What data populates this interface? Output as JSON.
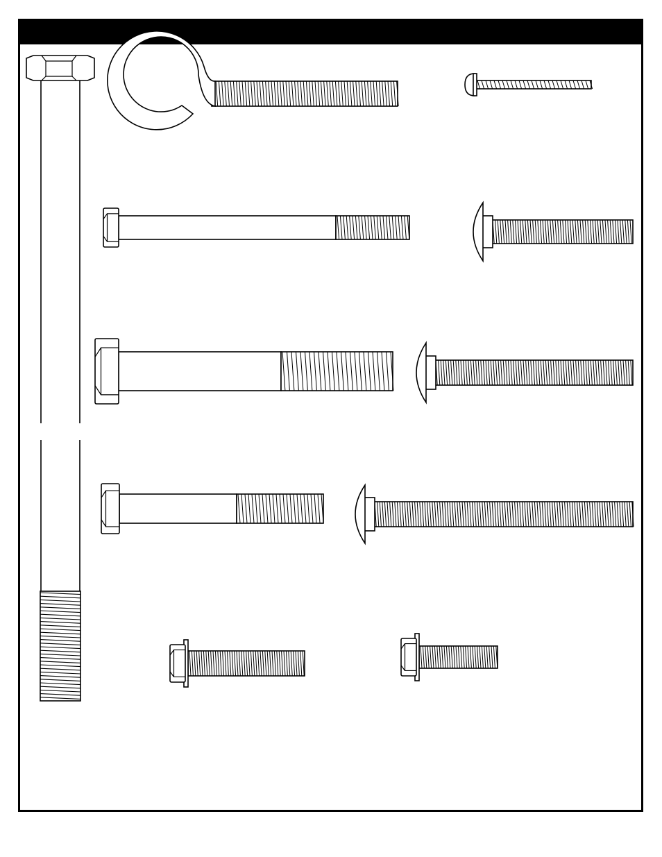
{
  "sheet": {
    "header_text": ""
  },
  "hardware": [
    {
      "kind": "long-hex-bolt"
    },
    {
      "kind": "eye-bolt"
    },
    {
      "kind": "small-screw"
    },
    {
      "kind": "hex-bolt"
    },
    {
      "kind": "carriage-bolt"
    },
    {
      "kind": "hex-bolt"
    },
    {
      "kind": "carriage-bolt"
    },
    {
      "kind": "hex-bolt"
    },
    {
      "kind": "carriage-bolt"
    },
    {
      "kind": "flange-bolt"
    },
    {
      "kind": "flange-bolt"
    }
  ]
}
